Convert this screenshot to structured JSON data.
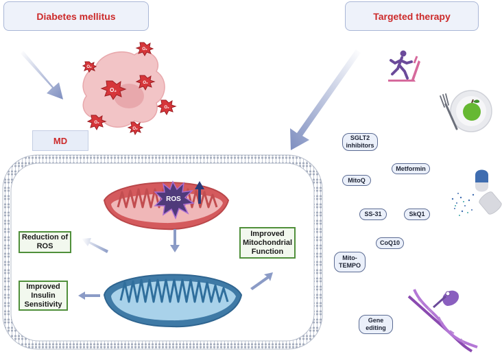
{
  "left_title": "Diabetes mellitus",
  "right_title": "Targeted therapy",
  "md_label": "MD",
  "ros_label": "ROS",
  "o2_label": "O₂",
  "outcomes": {
    "reduction": [
      "Reduction of",
      "ROS"
    ],
    "insulin": [
      "Improved",
      "Insulin",
      "Sensitivity"
    ],
    "mito_function": [
      "Improved",
      "Mitochondrial",
      "Function"
    ]
  },
  "therapies": {
    "sglt2": [
      "SGLT2",
      "inhibitors"
    ],
    "metformin": "Metformin",
    "mitoq": "MitoQ",
    "ss31": "SS-31",
    "skq1": "SkQ1",
    "coq10": "CoQ10",
    "mitotempo": [
      "Mito-",
      "TEMPO"
    ],
    "gene_editing": [
      "Gene",
      "editing"
    ]
  },
  "icons": [
    "treadmill-runner-icon",
    "apple-plate-icon",
    "capsule-icon",
    "dna-editing-icon",
    "oxidized-cell-icon",
    "mitochondrion-icon"
  ],
  "colors": {
    "title_red": "#cc2a2a",
    "arrow_blue": "#8b9bc6",
    "outcome_green": "#4f8f3a",
    "ros_purple": "#5a3f7e"
  }
}
